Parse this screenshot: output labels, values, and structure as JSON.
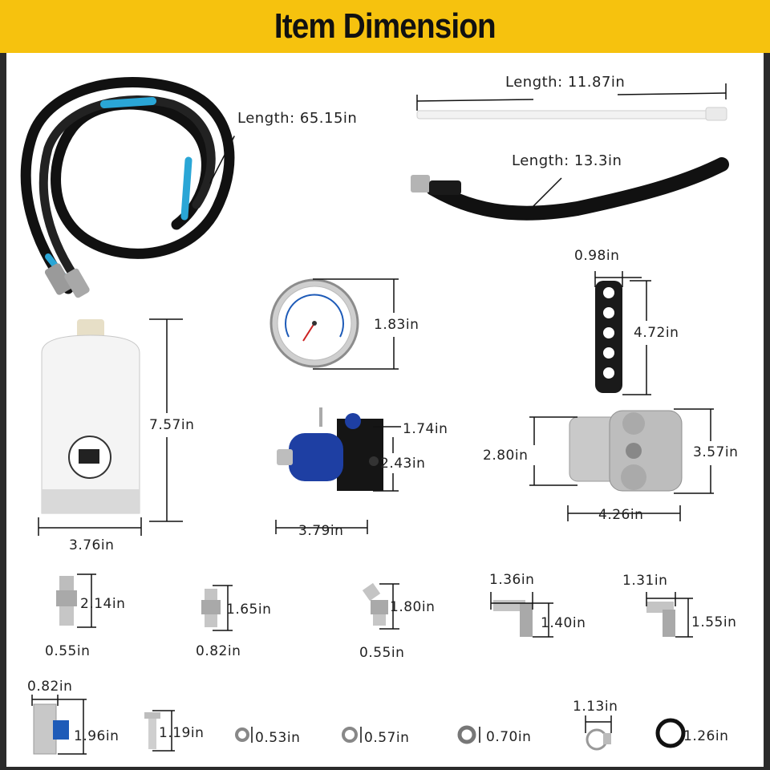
{
  "title": "Item Dimension",
  "colors": {
    "banner": "#f6c20e",
    "hose": "#111111",
    "accent_blue": "#1e5bb8",
    "teal_tube": "#2aa6d6"
  },
  "items": [
    {
      "name": "hose-long",
      "label": "Length: 65.15in"
    },
    {
      "name": "zip-tie",
      "label": "Length: 11.87in"
    },
    {
      "name": "hose-short",
      "label": "Length: 13.3in"
    },
    {
      "name": "gauge",
      "label": "1.83in"
    },
    {
      "name": "bracket-width",
      "label": "0.98in"
    },
    {
      "name": "bracket-height",
      "label": "4.72in"
    },
    {
      "name": "filter-height",
      "label": "7.57in"
    },
    {
      "name": "filter-width",
      "label": "3.76in"
    },
    {
      "name": "regulator-top",
      "label": "1.74in"
    },
    {
      "name": "regulator-height",
      "label": "2.43in"
    },
    {
      "name": "regulator-width",
      "label": "3.79in"
    },
    {
      "name": "head-left",
      "label": "2.80in"
    },
    {
      "name": "head-right",
      "label": "3.57in"
    },
    {
      "name": "head-width",
      "label": "4.26in"
    },
    {
      "name": "fitting1-height",
      "label": "2.14in"
    },
    {
      "name": "fitting1-width",
      "label": "0.55in"
    },
    {
      "name": "fitting2-height",
      "label": "1.65in"
    },
    {
      "name": "fitting2-width",
      "label": "0.82in"
    },
    {
      "name": "fitting3-height",
      "label": "1.80in"
    },
    {
      "name": "fitting3-width",
      "label": "0.55in"
    },
    {
      "name": "elbow1-width",
      "label": "1.36in"
    },
    {
      "name": "elbow1-height",
      "label": "1.40in"
    },
    {
      "name": "elbow2-width",
      "label": "1.31in"
    },
    {
      "name": "elbow2-height",
      "label": "1.55in"
    },
    {
      "name": "valve-width",
      "label": "0.82in"
    },
    {
      "name": "valve-height",
      "label": "1.96in"
    },
    {
      "name": "bolt",
      "label": "1.19in"
    },
    {
      "name": "washer1",
      "label": "0.53in"
    },
    {
      "name": "washer2",
      "label": "0.57in"
    },
    {
      "name": "washer3",
      "label": "0.70in"
    },
    {
      "name": "clamp",
      "label": "1.13in"
    },
    {
      "name": "oring",
      "label": "1.26in"
    }
  ]
}
